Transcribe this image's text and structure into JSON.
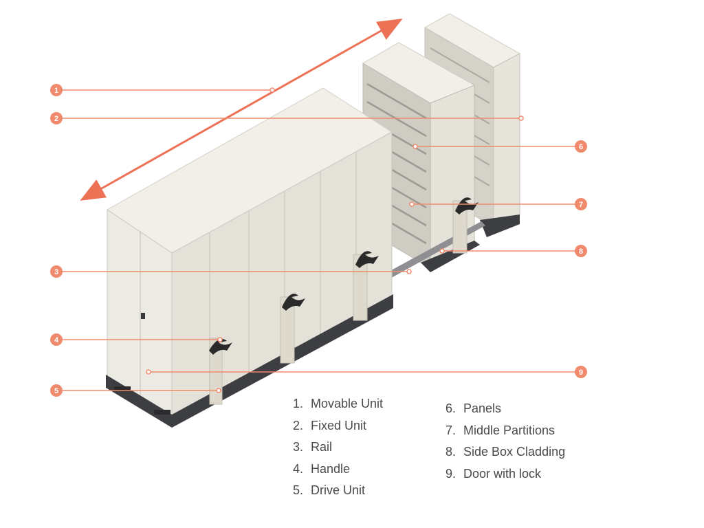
{
  "colors": {
    "accent": "#f08a6c",
    "arrow": "#ec7155",
    "cabinet_front": "#e9e7de",
    "cabinet_side": "#d9d7cd",
    "cabinet_top": "#f1efe7",
    "base": "#3d3e42",
    "handle": "#2a2a2a",
    "legend_text": "#4a4a4a"
  },
  "callouts": [
    {
      "id": 1,
      "label": "1"
    },
    {
      "id": 2,
      "label": "2"
    },
    {
      "id": 3,
      "label": "3"
    },
    {
      "id": 4,
      "label": "4"
    },
    {
      "id": 5,
      "label": "5"
    },
    {
      "id": 6,
      "label": "6"
    },
    {
      "id": 7,
      "label": "7"
    },
    {
      "id": 8,
      "label": "8"
    },
    {
      "id": 9,
      "label": "9"
    }
  ],
  "legend_left": [
    {
      "num": "1.",
      "text": "Movable Unit"
    },
    {
      "num": "2.",
      "text": "Fixed Unit"
    },
    {
      "num": "3.",
      "text": "Rail"
    },
    {
      "num": "4.",
      "text": "Handle"
    },
    {
      "num": "5.",
      "text": "Drive Unit"
    }
  ],
  "legend_right": [
    {
      "num": "6.",
      "text": "Panels"
    },
    {
      "num": "7.",
      "text": "Middle Partitions"
    },
    {
      "num": "8.",
      "text": "Side Box Cladding"
    },
    {
      "num": "9.",
      "text": "Door with lock"
    }
  ]
}
